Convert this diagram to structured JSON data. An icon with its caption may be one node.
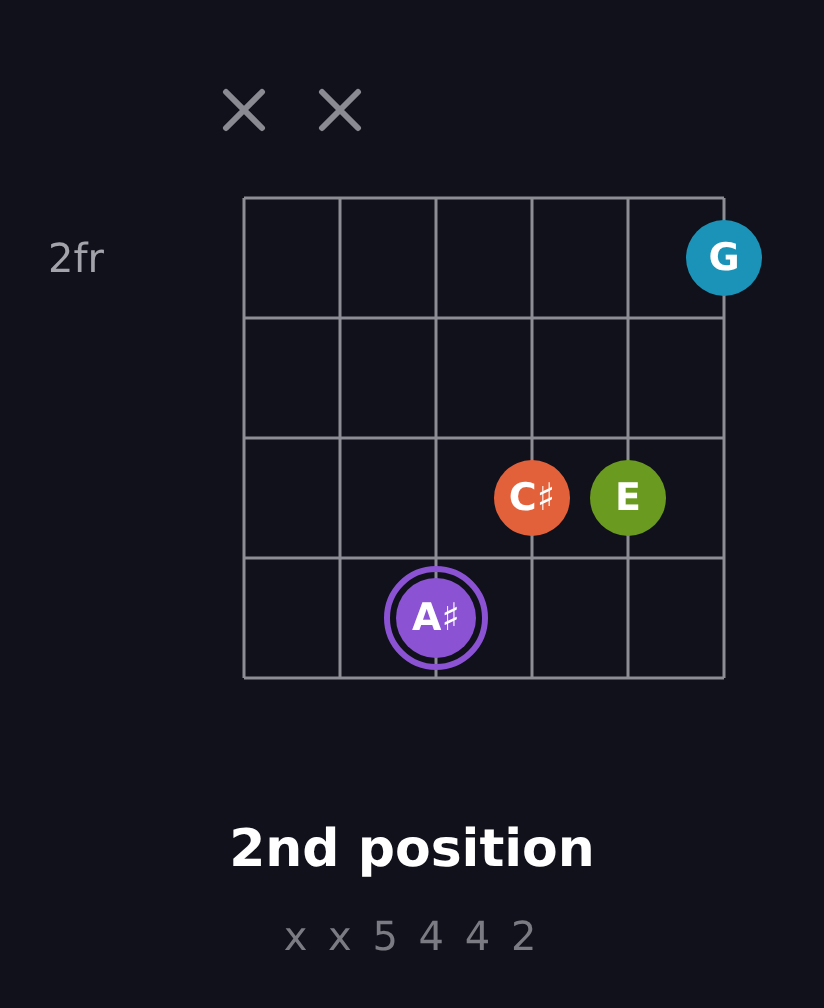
{
  "diagram": {
    "caption": "2nd position",
    "nodes": [
      {
        "text": [
          "G"
        ]
      },
      {
        "text": [
          "C♯"
        ]
      },
      {
        "text": [
          "E"
        ]
      },
      {
        "text": [
          "A♯"
        ]
      }
    ],
    "labels": [
      "2fr",
      "x x 5 4 4 2"
    ]
  }
}
